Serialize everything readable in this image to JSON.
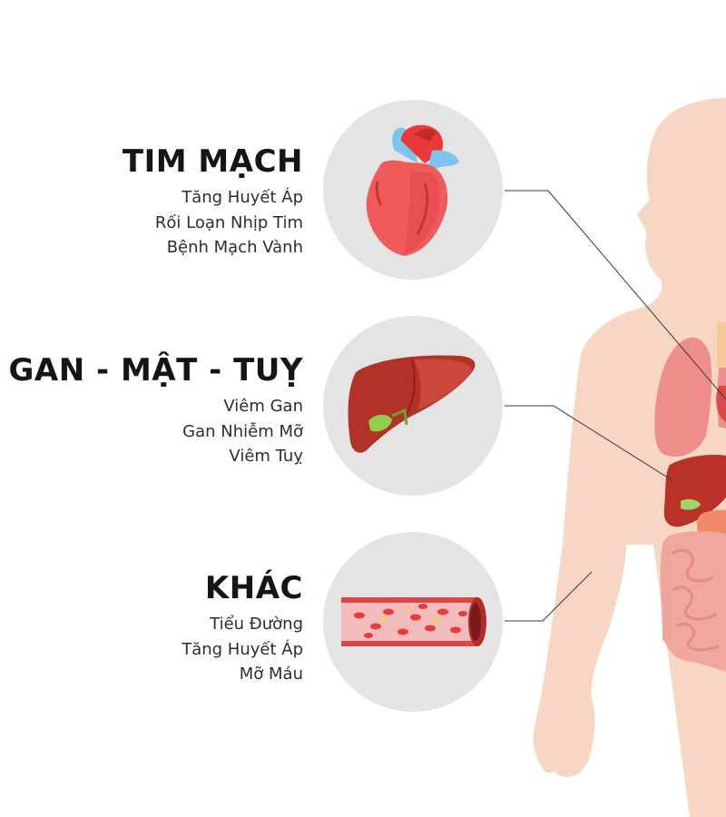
{
  "sections": [
    {
      "heading": "TIM MẠCH",
      "icon": "heart-icon",
      "items": [
        "Tăng Huyết Áp",
        "Rối Loạn Nhịp Tim",
        "Bệnh Mạch Vành"
      ]
    },
    {
      "heading": "GAN - MẬT - TUỴ",
      "icon": "liver-icon",
      "items": [
        "Viêm Gan",
        "Gan Nhiễm Mỡ",
        "Viêm Tuỵ"
      ]
    },
    {
      "heading": "KHÁC",
      "icon": "blood-vessel-icon",
      "items": [
        "Tiểu Đường",
        "Tăng Huyết Áp",
        "Mỡ Máu"
      ]
    }
  ],
  "colors": {
    "skin": "#f8d6c4",
    "circle": "#e4e4e4",
    "organ_red": "#c23a30",
    "heading": "#151515"
  }
}
